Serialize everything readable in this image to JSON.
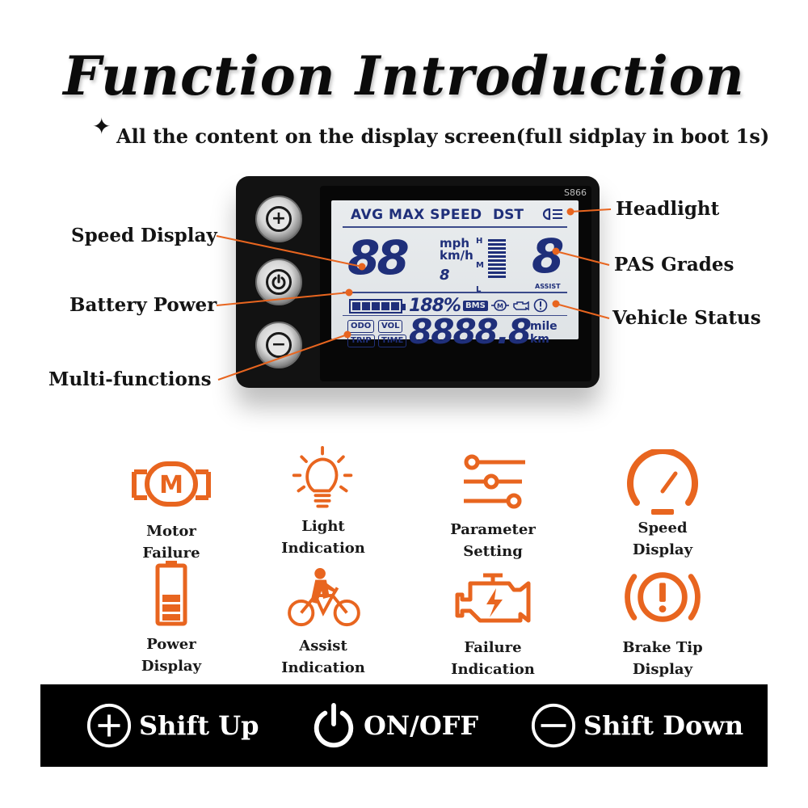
{
  "header": {
    "title": "Function Introduction",
    "sparkle": "✦",
    "subtitle": "All the content on the display screen(full sidplay in boot 1s)"
  },
  "device": {
    "model": "S866",
    "buttons": {
      "plus": "+",
      "minus": "−"
    },
    "lcd": {
      "top_labels": "AVG MAX SPEED",
      "dst": "DST",
      "speed_digits": "88",
      "unit_mph": "mph",
      "unit_kmh": "km/h",
      "small_digit": "8",
      "level_h": "H",
      "level_m": "M",
      "level_l": "L",
      "assist_digit": "8",
      "assist_label": "ASSIST",
      "percent": "188%",
      "bms": "BMS",
      "tag_odo": "ODO",
      "tag_vol": "VOL",
      "tag_trip": "TRIP",
      "tag_time": "TIME",
      "odometer": "8888.8",
      "unit_mile": "mile",
      "unit_km": "km"
    }
  },
  "callouts": {
    "speed_display": "Speed Display",
    "battery_power": "Battery Power",
    "multi_functions": "Multi-functions",
    "headlight": "Headlight",
    "pas_grades": "PAS Grades",
    "vehicle_status": "Vehicle Status"
  },
  "features": [
    {
      "icon": "motor-icon",
      "label_1": "Motor",
      "label_2": "Failure"
    },
    {
      "icon": "light-bulb-icon",
      "label_1": "Light",
      "label_2": "Indication"
    },
    {
      "icon": "sliders-icon",
      "label_1": "Parameter",
      "label_2": "Setting"
    },
    {
      "icon": "speedometer-icon",
      "label_1": "Speed",
      "label_2": "Display"
    },
    {
      "icon": "battery-icon",
      "label_1": "Power",
      "label_2": "Display"
    },
    {
      "icon": "cyclist-icon",
      "label_1": "Assist",
      "label_2": "Indication"
    },
    {
      "icon": "engine-icon",
      "label_1": "Failure",
      "label_2": "Indication"
    },
    {
      "icon": "brake-warning-icon",
      "label_1": "Brake Tip",
      "label_2": "Display"
    }
  ],
  "footer": {
    "shift_up": "Shift Up",
    "on_off": "ON/OFF",
    "shift_down": "Shift Down"
  },
  "colors": {
    "accent": "#e8651f",
    "lcd_digits": "#1f2f7a",
    "lcd_background": "#e4e7ea",
    "footer_background": "#000000"
  }
}
